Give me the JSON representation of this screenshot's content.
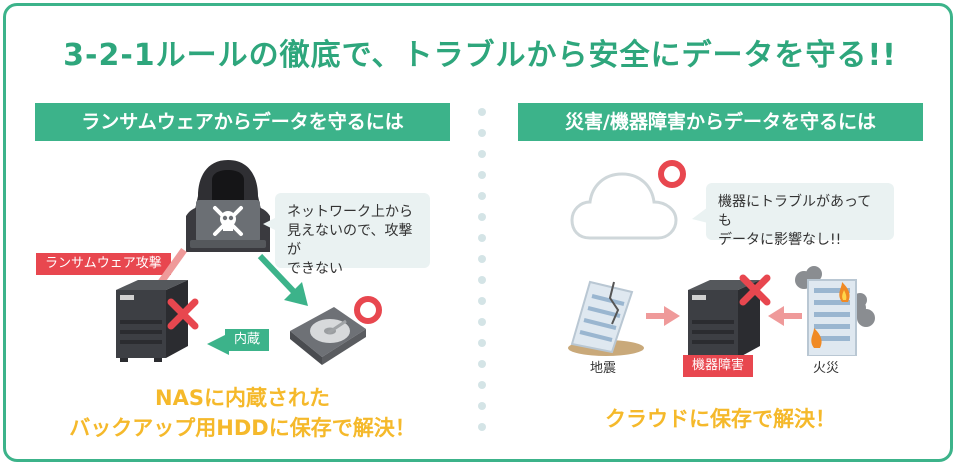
{
  "title": "3-2-1ルールの徹底で、トラブルから安全にデータを守る!!",
  "left": {
    "header": "ランサムウェアからデータを守るには",
    "bubble": [
      "ネットワーク上から",
      "見えないので、攻撃が",
      "できない"
    ],
    "attack_label": "ランサムウェア攻撃",
    "builtin_label": "内蔵",
    "result": [
      "NASに内蔵された",
      "バックアップ用HDDに保存で解決！"
    ]
  },
  "right": {
    "header": "災害/機器障害からデータを守るには",
    "bubble": [
      "機器にトラブルがあっても",
      "データに影響なし!!"
    ],
    "earthquake": "地震",
    "failure_label": "機器障害",
    "fire": "火災",
    "result": "クラウドに保存で解決！"
  },
  "colors": {
    "brand_green": "#3cb38a",
    "alert_red": "#e8474f",
    "result_yellow": "#f5b92b"
  },
  "icons": [
    "hacker-icon",
    "skull-icon",
    "nas-icon",
    "hdd-icon",
    "cloud-icon",
    "building-icon",
    "circle-ok-icon",
    "cross-ng-icon",
    "fire-icon",
    "smoke-icon"
  ]
}
